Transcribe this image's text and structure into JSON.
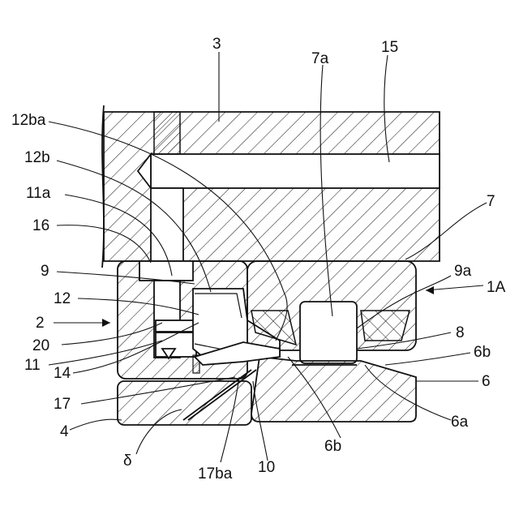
{
  "labels": {
    "l3": "3",
    "l7a": "7a",
    "l15": "15",
    "l12ba": "12ba",
    "l12b": "12b",
    "l11a": "11a",
    "l7": "7",
    "l16": "16",
    "l9": "9",
    "l9a": "9a",
    "l1A": "1A",
    "l12": "12",
    "l2": "2",
    "l8": "8",
    "l20": "20",
    "l6b_right": "6b",
    "l11": "11",
    "l6": "6",
    "l14": "14",
    "l17": "17",
    "l6a": "6a",
    "l4": "4",
    "l_delta": "δ",
    "l17ba": "17ba",
    "l10": "10",
    "l6b_bottom": "6b"
  }
}
